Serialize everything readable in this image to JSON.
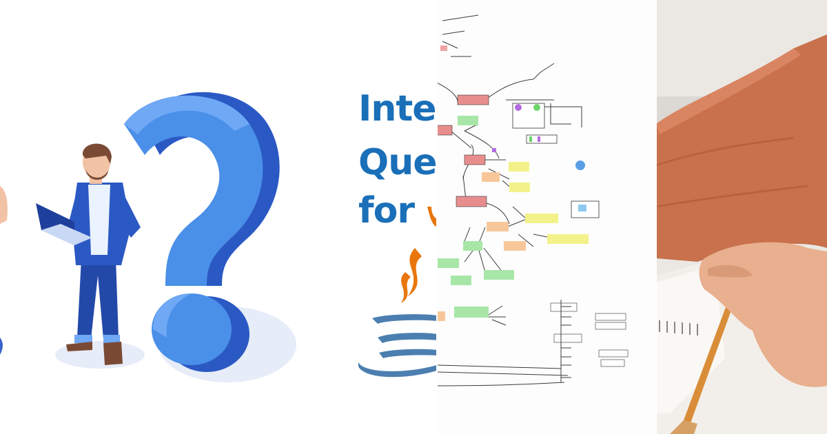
{
  "title_lines": [
    "Inte",
    "Que",
    "for "
  ],
  "colors": {
    "title_blue": "#1a6fb8",
    "question_blue": "#4a8fe8",
    "question_dark": "#2b59c4",
    "java_orange": "#e8760c",
    "java_blue": "#4c7fb0",
    "sweater": "#c8714c"
  },
  "icons": {
    "question": "question-mark-icon",
    "laptop": "laptop-icon",
    "java": "java-cup-icon"
  }
}
